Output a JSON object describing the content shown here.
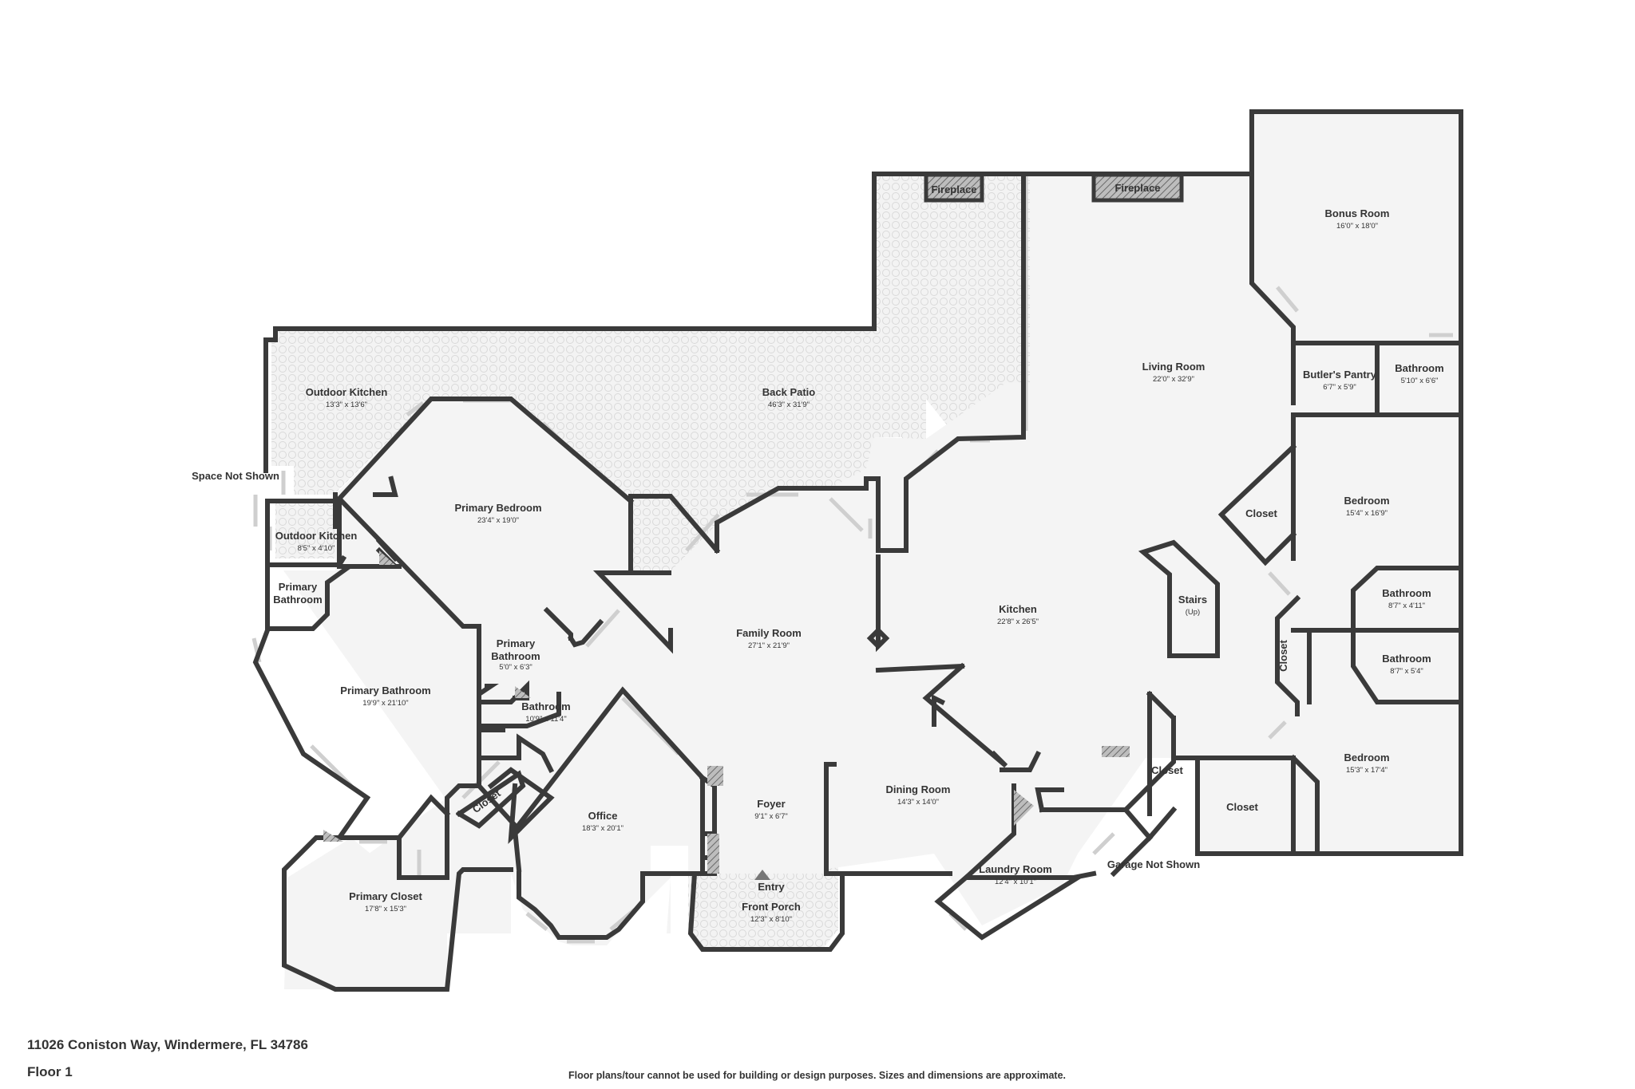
{
  "footer": {
    "address": "11026 Coniston Way, Windermere, FL 34786",
    "floor": "Floor 1",
    "disclaimer": "Floor plans/tour cannot be used for building or design purposes. Sizes and dimensions are approximate."
  },
  "labels": {
    "space_not_shown": "Space Not Shown",
    "garage_not_shown": "Garage Not Shown",
    "fireplace_1": "Fireplace",
    "fireplace_2": "Fireplace"
  },
  "rooms": [
    {
      "key": "outdoor_kitchen_large",
      "name": "Outdoor Kitchen",
      "dims": "13'3\" x 13'6\""
    },
    {
      "key": "back_patio",
      "name": "Back Patio",
      "dims": "46'3\" x 31'9\""
    },
    {
      "key": "living_room",
      "name": "Living Room",
      "dims": "22'0\" x 32'9\""
    },
    {
      "key": "bonus_room",
      "name": "Bonus Room",
      "dims": "16'0\" x 18'0\""
    },
    {
      "key": "butlers_pantry",
      "name": "Butler's Pantry",
      "dims": "6'7\" x 5'9\""
    },
    {
      "key": "bathroom_ne",
      "name": "Bathroom",
      "dims": "5'10\" x 6'6\""
    },
    {
      "key": "bedroom_e1",
      "name": "Bedroom",
      "dims": "15'4\" x 16'9\""
    },
    {
      "key": "closet_e1",
      "name": "Closet",
      "dims": ""
    },
    {
      "key": "bathroom_e2",
      "name": "Bathroom",
      "dims": "8'7\" x 4'11\""
    },
    {
      "key": "bathroom_e3",
      "name": "Bathroom",
      "dims": "8'7\" x 5'4\""
    },
    {
      "key": "closet_e2",
      "name": "Closet",
      "dims": ""
    },
    {
      "key": "bedroom_e2",
      "name": "Bedroom",
      "dims": "15'3\" x 17'4\""
    },
    {
      "key": "closet_e3",
      "name": "Closet",
      "dims": ""
    },
    {
      "key": "closet_e4",
      "name": "Closet",
      "dims": ""
    },
    {
      "key": "stairs",
      "name": "Stairs",
      "dims": "(Up)"
    },
    {
      "key": "kitchen",
      "name": "Kitchen",
      "dims": "22'8\" x 26'5\""
    },
    {
      "key": "primary_bedroom",
      "name": "Primary Bedroom",
      "dims": "23'4\" x 19'0\""
    },
    {
      "key": "outdoor_kitchen_small",
      "name": "Outdoor Kitchen",
      "dims": "8'5\" x 4'10\""
    },
    {
      "key": "primary_bathroom_small",
      "name": "Primary",
      "dims": "Bathroom"
    },
    {
      "key": "primary_bathroom_mid",
      "name": "Primary",
      "dims": "Bathroom"
    },
    {
      "key": "primary_bathroom_mid_dims",
      "name": "",
      "dims": "5'0\" x 6'3\""
    },
    {
      "key": "family_room",
      "name": "Family Room",
      "dims": "27'1\" x 21'9\""
    },
    {
      "key": "bathroom_center",
      "name": "Bathroom",
      "dims": "10'9\" x 11'4\""
    },
    {
      "key": "primary_bathroom_large",
      "name": "Primary Bathroom",
      "dims": "19'9\" x 21'10\""
    },
    {
      "key": "closet_w",
      "name": "Closet",
      "dims": ""
    },
    {
      "key": "office",
      "name": "Office",
      "dims": "18'3\" x 20'1\""
    },
    {
      "key": "foyer",
      "name": "Foyer",
      "dims": "9'1\" x 6'7\""
    },
    {
      "key": "dining_room",
      "name": "Dining Room",
      "dims": "14'3\" x 14'0\""
    },
    {
      "key": "laundry_room",
      "name": "Laundry Room",
      "dims": "12'4\" x 10'1\""
    },
    {
      "key": "entry",
      "name": "Entry",
      "dims": ""
    },
    {
      "key": "front_porch",
      "name": "Front Porch",
      "dims": "12'3\" x 8'10\""
    },
    {
      "key": "primary_closet",
      "name": "Primary Closet",
      "dims": "17'8\" x 15'3\""
    }
  ]
}
